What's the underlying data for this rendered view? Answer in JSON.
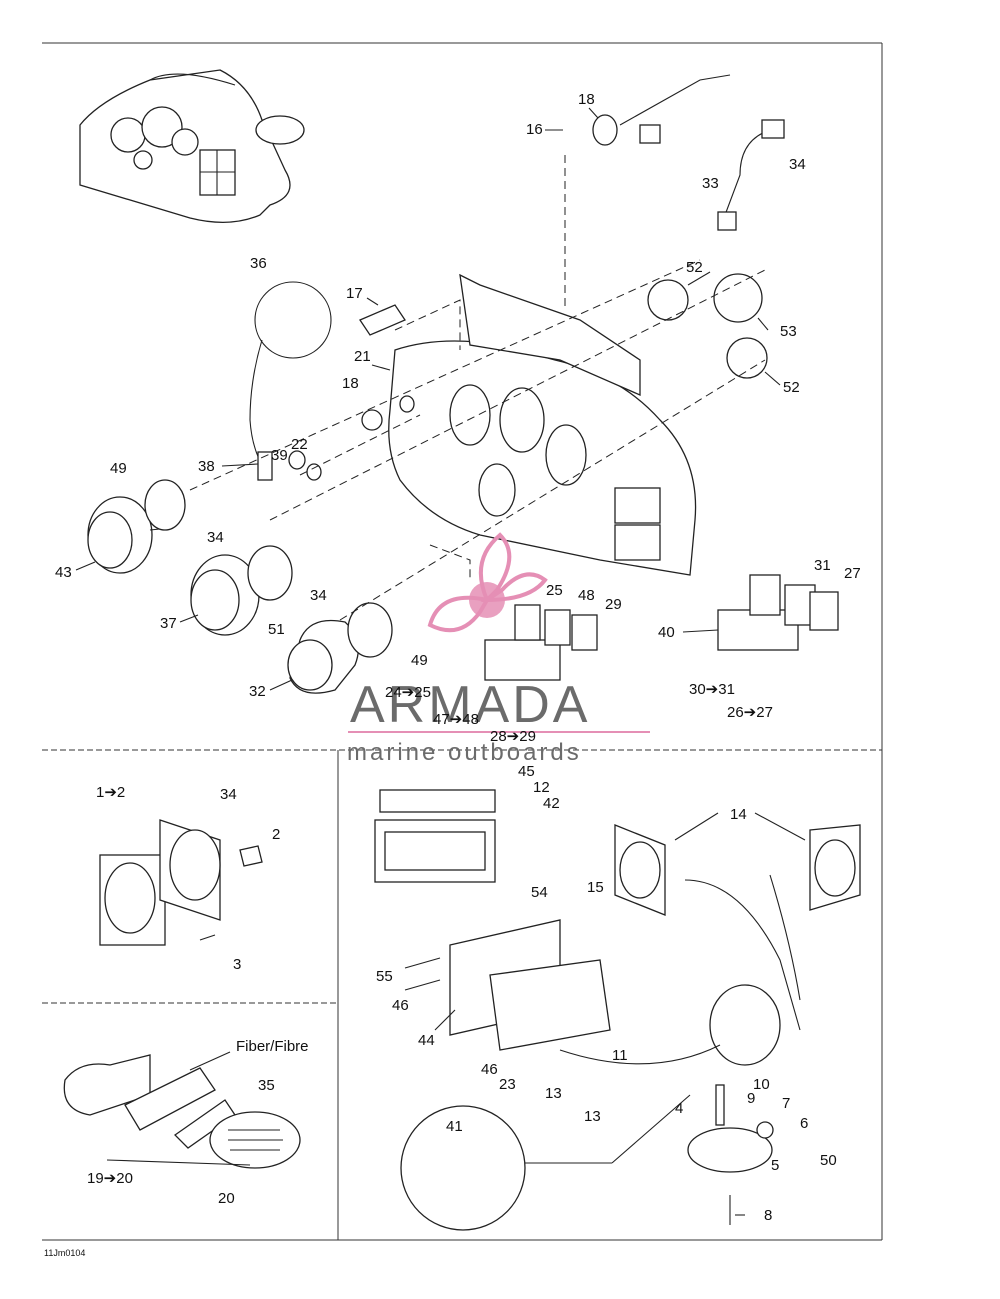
{
  "diagram": {
    "code": "11Jm0104",
    "watermark": {
      "title": "ARMADA",
      "subtitle": "marine outboards",
      "accent_color": "#e58fb5",
      "text_color": "#6b6b6b"
    },
    "labels": {
      "l1": "1➔2",
      "l2": "2",
      "l3": "3",
      "l4": "4",
      "l5": "5",
      "l6": "6",
      "l7": "7",
      "l8": "8",
      "l9": "9",
      "l10": "10",
      "l11": "11",
      "l12": "12",
      "l13a": "13",
      "l13b": "13",
      "l14": "14",
      "l15": "15",
      "l16": "16",
      "l17": "17",
      "l18a": "18",
      "l18b": "18",
      "l19": "19➔20",
      "l20": "20",
      "l21": "21",
      "l22": "22",
      "l23": "23",
      "l24": "24➔25",
      "l25": "25",
      "l26": "26➔27",
      "l27": "27",
      "l28": "28➔29",
      "l29": "29",
      "l30": "30➔31",
      "l31": "31",
      "l32": "32",
      "l33": "33",
      "l34a": "34",
      "l34b": "34",
      "l34c": "34",
      "l34d": "34",
      "l35": "35",
      "l36": "36",
      "l37": "37",
      "l38": "38",
      "l39": "39",
      "l40": "40",
      "l41": "41",
      "l42": "42",
      "l43": "43",
      "l44": "44",
      "l45": "45",
      "l46a": "46",
      "l46b": "46",
      "l47": "47➔48",
      "l48": "48",
      "l49a": "49",
      "l49b": "49",
      "l50": "50",
      "l51": "51",
      "l52a": "52",
      "l52b": "52",
      "l53": "53",
      "l54": "54",
      "l55": "55",
      "fiber": "Fiber/Fibre"
    }
  }
}
